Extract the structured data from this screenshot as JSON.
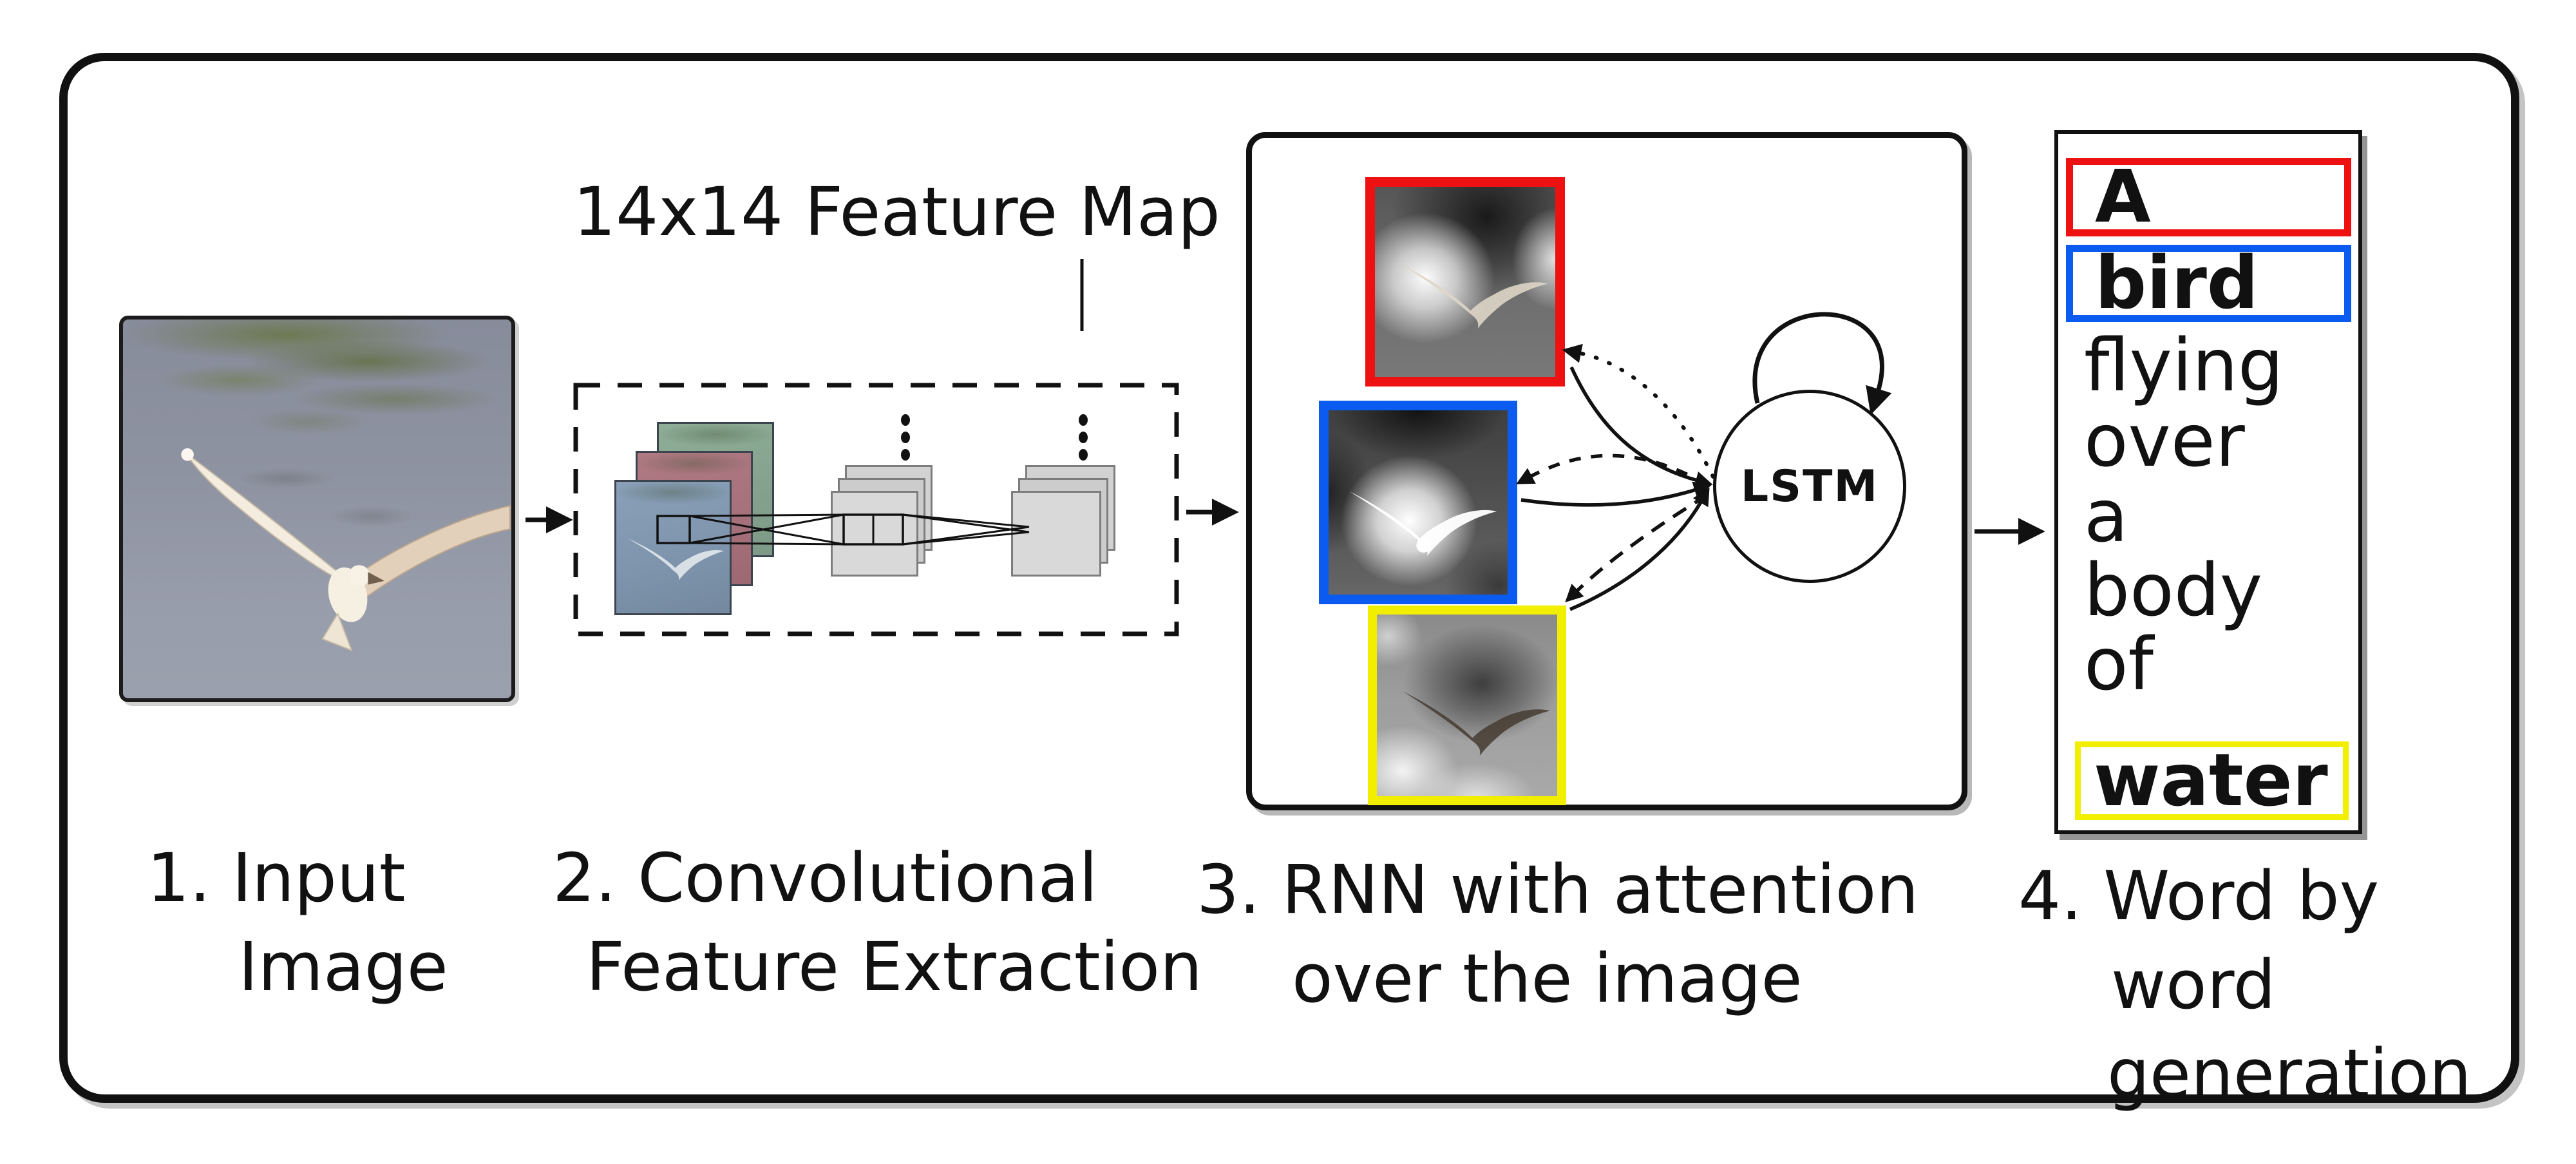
{
  "labels": {
    "feature_map": "14x14 Feature Map",
    "lstm": "LSTM"
  },
  "captions": {
    "step1": {
      "line1": "1. Input",
      "line2": "Image"
    },
    "step2": {
      "line1": "2. Convolutional",
      "line2": "Feature Extraction"
    },
    "step3": {
      "line1": "3. RNN with attention",
      "line2": "over the image"
    },
    "step4": {
      "line1": "4. Word by",
      "line2": "word",
      "line3": "generation"
    }
  },
  "generated_words": [
    {
      "text": "A",
      "bold": true,
      "highlight": "red"
    },
    {
      "text": "bird",
      "bold": true,
      "highlight": "blue"
    },
    {
      "text": "flying",
      "bold": false,
      "highlight": null
    },
    {
      "text": "over",
      "bold": false,
      "highlight": null
    },
    {
      "text": "a",
      "bold": false,
      "highlight": null
    },
    {
      "text": "body",
      "bold": false,
      "highlight": null
    },
    {
      "text": "of",
      "bold": false,
      "highlight": null
    },
    {
      "text": "water",
      "bold": true,
      "highlight": "yellow"
    }
  ],
  "colors": {
    "highlight_red": "#ee1111",
    "highlight_blue": "#0b5bf0",
    "highlight_yellow": "#f2ee00",
    "ink": "#111111"
  },
  "icons": {
    "arrow": "filled-triangle-arrowhead",
    "vertical_ellipsis": "three-dots"
  }
}
